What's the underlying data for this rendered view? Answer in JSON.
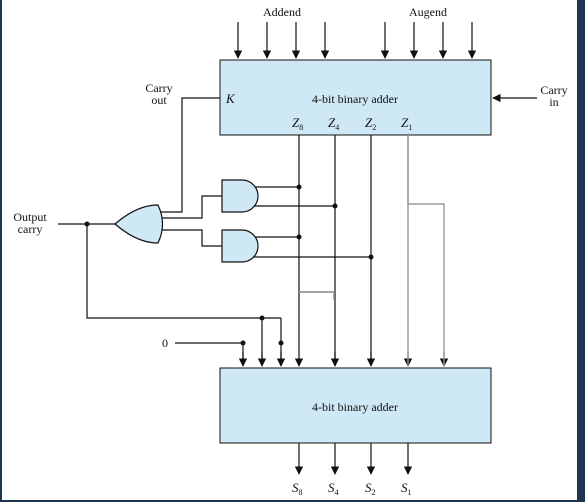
{
  "inputs": {
    "addend": "Addend",
    "augend": "Augend",
    "carry_in": [
      "Carry",
      "in"
    ],
    "zero": "0"
  },
  "outputs": {
    "carry_out": [
      "Carry",
      "out"
    ],
    "output_carry": [
      "Output",
      "carry"
    ],
    "k": "K"
  },
  "adders": {
    "top_label": "4-bit binary adder",
    "bottom_label": "4-bit binary adder",
    "block_fill": "#cfe8f5"
  },
  "z_outputs": [
    {
      "letter": "Z",
      "sub": "8"
    },
    {
      "letter": "Z",
      "sub": "4"
    },
    {
      "letter": "Z",
      "sub": "2"
    },
    {
      "letter": "Z",
      "sub": "1"
    }
  ],
  "s_outputs": [
    {
      "letter": "S",
      "sub": "8"
    },
    {
      "letter": "S",
      "sub": "4"
    },
    {
      "letter": "S",
      "sub": "2"
    },
    {
      "letter": "S",
      "sub": "1"
    }
  ],
  "colors": {
    "wire": "#111111",
    "highlight_wire": "#9a9a9a",
    "background": "#1f3550",
    "gate_fill": "#cfe8f5"
  }
}
